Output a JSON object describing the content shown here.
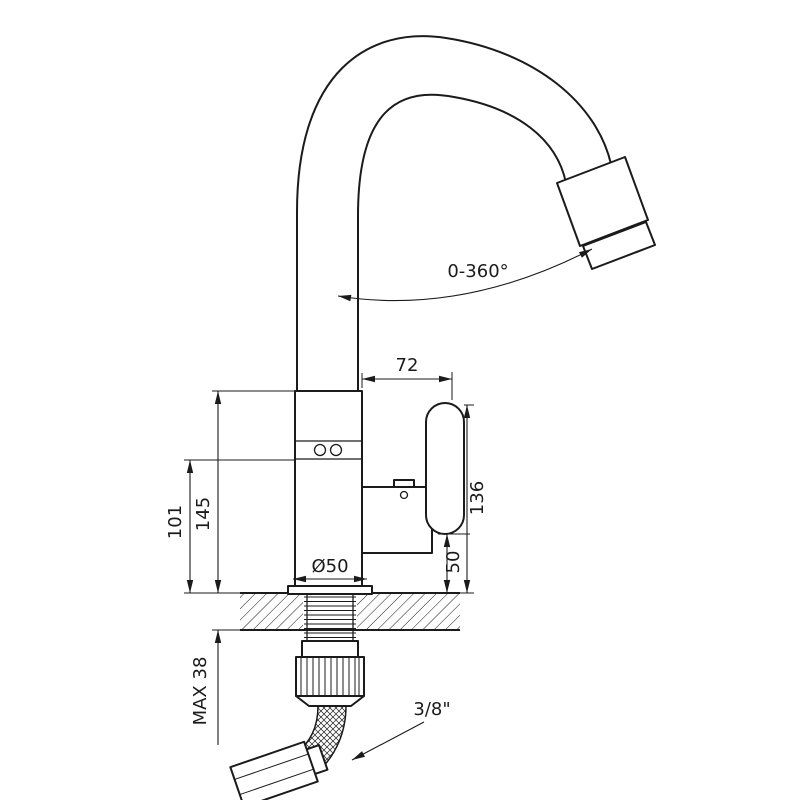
{
  "colors": {
    "line": "#1b1b1b",
    "background": "#ffffff"
  },
  "labels": {
    "rotation_range": "0-360°",
    "dim_spout_offset": "72",
    "dim_height_145": "145",
    "dim_height_101": "101",
    "dim_height_136": "136",
    "dim_height_50": "50",
    "dim_base_diameter": "Ø50",
    "dim_max_counter_thickness": "MAX 38",
    "hose_connection_size": "3/8\""
  }
}
